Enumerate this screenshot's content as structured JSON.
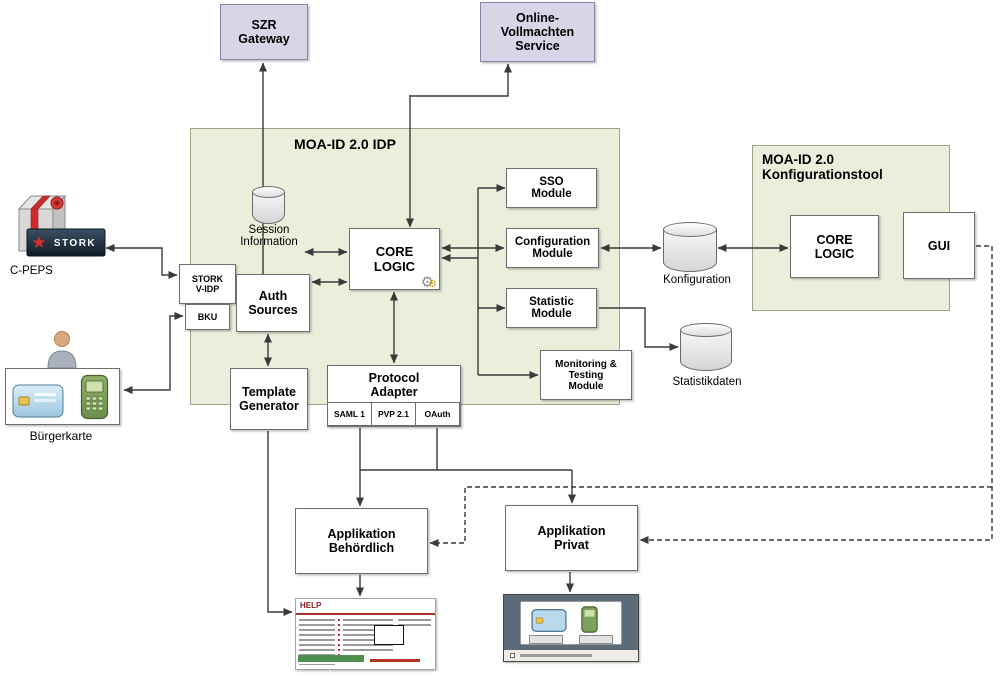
{
  "diagram": {
    "external": {
      "szr_gateway": {
        "label": "SZR Gateway"
      },
      "online_vollmachten": {
        "label": "Online-Vollmachten Service"
      }
    },
    "idp": {
      "title": "MOA-ID 2.0 IDP",
      "session_information": {
        "label": "Session Information"
      },
      "core_logic": {
        "label": "CORE LOGIC"
      },
      "stork_vidp": {
        "label": "STORK V-IDP"
      },
      "bku": {
        "label": "BKU"
      },
      "auth_sources": {
        "label": "Auth Sources"
      },
      "template_generator": {
        "label": "Template Generator"
      },
      "protocol_adapter": {
        "label": "Protocol Adapter",
        "protocols": [
          "SAML 1",
          "PVP 2.1",
          "OAuth"
        ]
      },
      "modules": [
        {
          "label": "SSO Module"
        },
        {
          "label": "Configuration Module"
        },
        {
          "label": "Statistic Module"
        },
        {
          "label": "Monitoring & Testing Module"
        }
      ]
    },
    "konfigtool": {
      "title": "MOA-ID 2.0 Konfigurationstool",
      "core_logic": {
        "label": "CORE LOGIC"
      },
      "gui": {
        "label": "GUI"
      }
    },
    "datastores": {
      "konfiguration": {
        "label": "Konfiguration"
      },
      "statistikdaten": {
        "label": "Statistikdaten"
      }
    },
    "clients": {
      "cpeps": {
        "label": "C-PEPS",
        "badge": "STORK"
      },
      "buergerkarte": {
        "label": "Bürgerkarte"
      }
    },
    "applications": {
      "behoerdlich": {
        "label": "Applikation Behördlich"
      },
      "privat": {
        "label": "Applikation Privat"
      }
    },
    "screenshots": {
      "help_portal": {
        "logo": "HELP"
      }
    },
    "colors": {
      "container_fill": "#e9efdb",
      "container_border": "#9aa687",
      "external_fill": "#d9d4e6",
      "external_border": "#8c82a8",
      "arrow": "#3a3a3a"
    }
  }
}
